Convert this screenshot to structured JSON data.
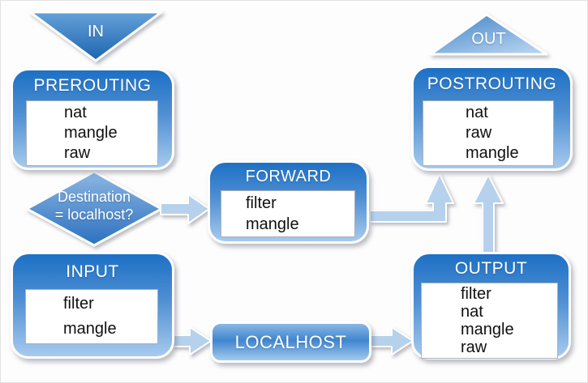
{
  "endpoints": {
    "in_label": "IN",
    "out_label": "OUT"
  },
  "decision": {
    "line1": "Destination",
    "line2": "= localhost?"
  },
  "chains": {
    "prerouting": {
      "title": "PREROUTING",
      "tables": [
        "nat",
        "mangle",
        "raw"
      ]
    },
    "forward": {
      "title": "FORWARD",
      "tables": [
        "filter",
        "mangle"
      ]
    },
    "input": {
      "title": "INPUT",
      "tables": [
        "filter",
        "mangle"
      ]
    },
    "output": {
      "title": "OUTPUT",
      "tables": [
        "filter",
        "nat",
        "mangle",
        "raw"
      ]
    },
    "postrouting": {
      "title": "POSTROUTING",
      "tables": [
        "nat",
        "raw",
        "mangle"
      ]
    }
  },
  "localhost_node": {
    "label": "LOCALHOST"
  },
  "colors": {
    "chain_gradient_top": "#1d70c5",
    "chain_gradient_bottom": "#a7caee",
    "localhost_mid": "#3f86cf",
    "diamond_top": "#8cb6e2",
    "diamond_bottom": "#2b71bf",
    "triangle_dark": "#1b64af",
    "arrow_fill": "#b6d1ec",
    "border_white": "#ffffff",
    "table_text": "#101010"
  }
}
